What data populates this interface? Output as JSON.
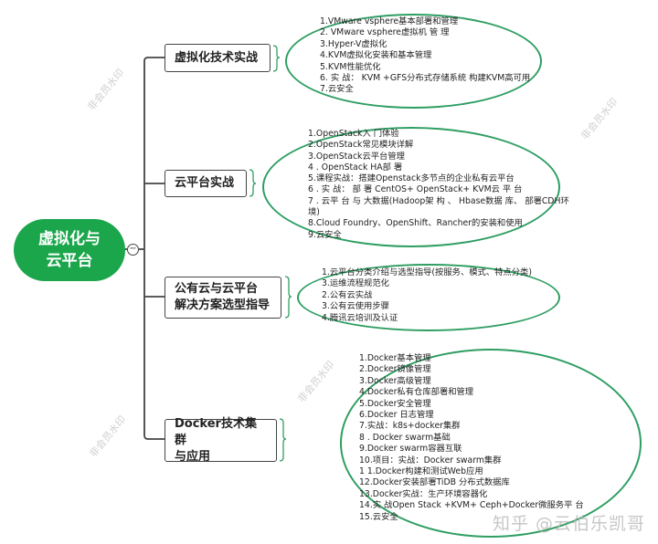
{
  "central": {
    "title_line1": "虚拟化与",
    "title_line2": "云平台",
    "collapse_symbol": "−"
  },
  "colors": {
    "central_fill": "#1ba64c",
    "ellipse_border": "#2e9e62",
    "connector": "#444444"
  },
  "branches": [
    {
      "label_lines": [
        "虚拟化技术实战"
      ],
      "items": [
        "1.VMware vsphere基本部署和管理",
        "2. VMware vsphere虚拟机 管 理",
        "3.Hyper-V虚拟化",
        "4.KVM虚拟化安装和基本管理",
        "5.KVM性能优化",
        "6. 实 战： KVM +GFS分布式存储系统 构建KVM高可用",
        "7.云安全"
      ]
    },
    {
      "label_lines": [
        "云平台实战"
      ],
      "items": [
        "1.OpenStack入 门体验",
        "2.OpenStack常见模块详解",
        "3.OpenStack云平台管理",
        "4 . OpenStack HA部 署",
        "5.课程实战：搭建Openstack多节点的企业私有云平台",
        "6 . 实 战： 部 署 CentOS+ OpenStack+ KVM云 平 台",
        "7 . 云平 台 与 大数据(Hadoop架 构 、 Hbase数据 库、 部署CDH环",
        "境)",
        "8.Cloud Foundry、OpenShift、Rancher的安装和使用",
        "9.云安全"
      ]
    },
    {
      "label_lines": [
        "公有云与云平台",
        "解决方案选型指导"
      ],
      "items": [
        "1.云平台分类介绍与选型指导(按服务、模式、特点分类)",
        "3.运维流程规范化",
        "2.公有云实战",
        "3.公有云使用步骤",
        "4.腾讯云培训及认证"
      ]
    },
    {
      "label_lines": [
        "Docker技术集群",
        "与应用"
      ],
      "items": [
        "1.Docker基本管理",
        "2.Docker镜像管理",
        "3.Docker高级管理",
        "4.Docker私有仓库部署和管理",
        "5.Docker安全管理",
        "6.Docker 日志管理",
        "7.实战：k8s+docker集群",
        "8 . Docker swarm基础",
        "9.Docker swarm容器互联",
        "10.项目：实战：Docker swarm集群",
        "1 1.Docker构建和测试Web应用",
        "12.Docker安装部署TiDB 分布式数据库",
        "13.Docker实战：生产环境容器化",
        "14.实 战Open Stack +KVM+ Ceph+Docker微服务平 台",
        "15.云安全"
      ]
    }
  ],
  "watermarks": {
    "member": "非会员水印",
    "source": "知乎 @云伯乐凯哥"
  }
}
